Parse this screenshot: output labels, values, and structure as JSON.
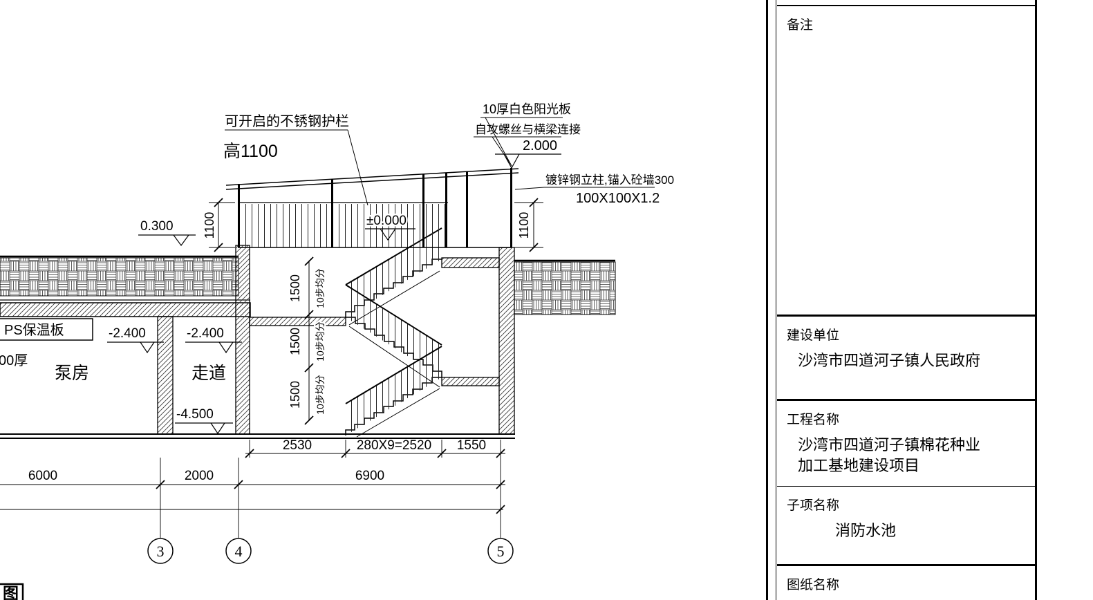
{
  "drawing": {
    "labels": {
      "railing": "可开启的不锈钢护栏",
      "railing_height": "高1100",
      "sun_panel": "10厚白色阳光板",
      "screw": "自攻螺丝与横梁连接",
      "steel_post": "镀锌钢立柱,锚入砼墙300",
      "post_spec": "100X100X1.2",
      "insulation": "PS保温板",
      "thickness": "00厚",
      "pump_room": "泵房",
      "corridor": "走道",
      "steps_equal": "10步均分",
      "corner_mark": "图"
    },
    "elevations": {
      "e_2000": "2.000",
      "e_0300": "0.300",
      "e_0000": "±0.000",
      "e_m2400": "-2.400",
      "e_m4500": "-4.500"
    },
    "dims": {
      "d1100": "1100",
      "d1500": "1500",
      "d2530": "2530",
      "d280": "280X9=2520",
      "d1550": "1550",
      "d6000": "6000",
      "d2000": "2000",
      "d6900": "6900"
    },
    "grids": {
      "g3": "3",
      "g4": "4",
      "g5": "5"
    }
  },
  "titleblock": {
    "remarks_label": "备注",
    "client_label": "建设单位",
    "client": "沙湾市四道河子镇人民政府",
    "project_label": "工程名称",
    "project_line1": "沙湾市四道河子镇棉花种业",
    "project_line2": "加工基地建设项目",
    "subproject_label": "子项名称",
    "subproject": "消防水池",
    "sheet_label": "图纸名称"
  }
}
